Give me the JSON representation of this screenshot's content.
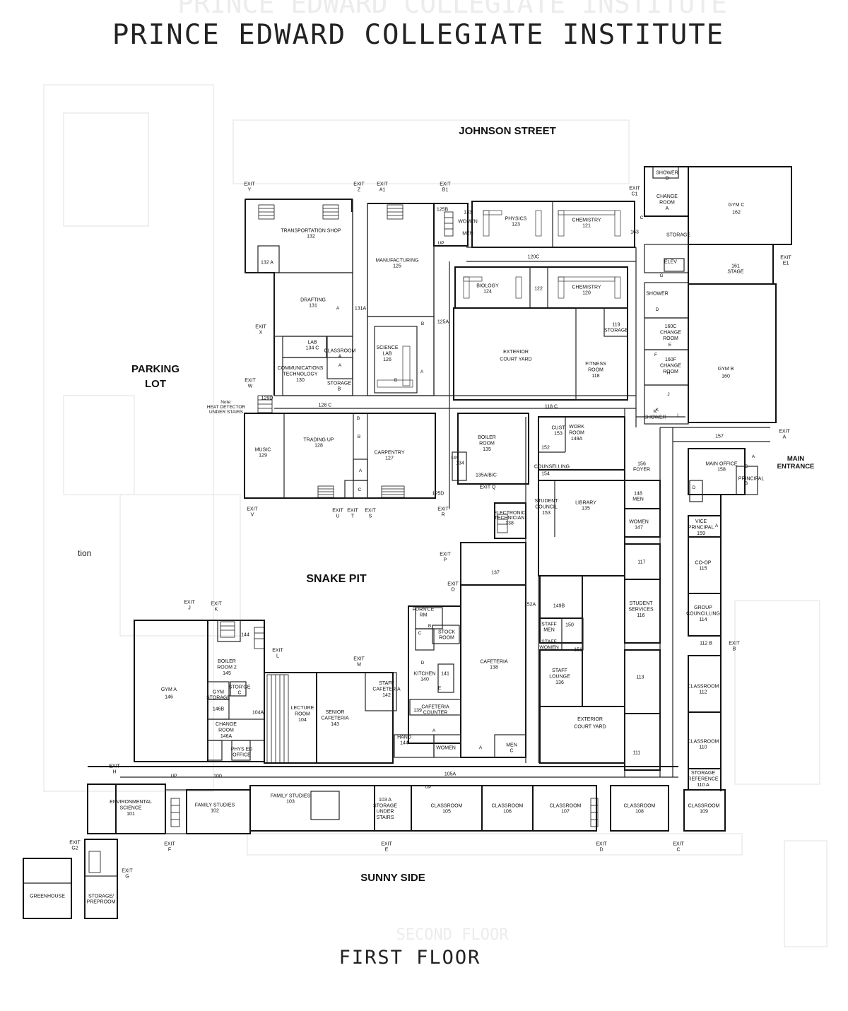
{
  "map": {
    "title": "PRINCE EDWARD COLLEGIATE INSTITUTE",
    "ghost_title": "PRINCE EDWARD COLLEGIATE INSTITUTE",
    "floor_label": "FIRST FLOOR",
    "ghost_floor_label": "SECOND FLOOR",
    "margin_text": "tion",
    "note": [
      "Note:",
      "HEAT DETECTOR",
      "UNDER STAIRS"
    ]
  },
  "areas": {
    "johnson_street": "JOHNSON STREET",
    "parking_lot": [
      "PARKING",
      "LOT"
    ],
    "snake_pit": "SNAKE PIT",
    "sunny_side": "SUNNY SIDE",
    "main_entrance": [
      "MAIN",
      "ENTRANCE"
    ]
  },
  "rooms": [
    {
      "n": [
        "TRANSPORTATION SHOP",
        "132"
      ]
    },
    {
      "n": [
        "132 A"
      ]
    },
    {
      "n": [
        "DRAFTING",
        "131"
      ]
    },
    {
      "n": [
        "131A"
      ]
    },
    {
      "n": [
        "LAB",
        "134 C"
      ]
    },
    {
      "n": [
        "CLASSROOM",
        "A"
      ]
    },
    {
      "n": [
        "COMMUNICATIONS",
        "TECHNOLOGY",
        "130"
      ]
    },
    {
      "n": [
        "STORAGE",
        "B"
      ]
    },
    {
      "n": [
        "MANUFACTURING",
        "125"
      ]
    },
    {
      "n": [
        "SCIENCE",
        "LAB",
        "126"
      ]
    },
    {
      "n": [
        "125A"
      ]
    },
    {
      "n": [
        "125B"
      ]
    },
    {
      "n": [
        "133"
      ]
    },
    {
      "n": [
        "WOMEN"
      ]
    },
    {
      "n": [
        "MEN"
      ]
    },
    {
      "n": [
        "PHYSICS",
        "123"
      ]
    },
    {
      "n": [
        "CHEMISTRY",
        "121"
      ]
    },
    {
      "n": [
        "120C"
      ]
    },
    {
      "n": [
        "BIOLOGY",
        "124"
      ]
    },
    {
      "n": [
        "122"
      ]
    },
    {
      "n": [
        "CHEMISTRY",
        "120"
      ]
    },
    {
      "n": [
        "119",
        "STORAGE"
      ]
    },
    {
      "n": [
        "EXTERIOR",
        "COURT YARD"
      ]
    },
    {
      "n": [
        "FITNESS",
        "ROOM",
        "118"
      ]
    },
    {
      "n": [
        "128 C"
      ]
    },
    {
      "n": [
        "118 C"
      ]
    },
    {
      "n": [
        "129D"
      ]
    },
    {
      "n": [
        "MUSIC",
        "129"
      ]
    },
    {
      "n": [
        "TRADING UP",
        "128"
      ]
    },
    {
      "n": [
        "CARPENTRY",
        "127"
      ]
    },
    {
      "n": [
        "BOILER",
        "ROOM",
        "135"
      ]
    },
    {
      "n": [
        "135A/B/C"
      ]
    },
    {
      "n": [
        "134"
      ]
    },
    {
      "n": [
        "125D"
      ]
    },
    {
      "n": [
        "CUST",
        "153"
      ]
    },
    {
      "n": [
        "WORK",
        "ROOM",
        "149A"
      ]
    },
    {
      "n": [
        "152"
      ]
    },
    {
      "n": [
        "COUNSELLING"
      ]
    },
    {
      "n": [
        "154"
      ]
    },
    {
      "n": [
        "STUDENT",
        "COUNCIL",
        "153"
      ]
    },
    {
      "n": [
        "LIBRARY",
        "135"
      ]
    },
    {
      "n": [
        "ELECTRONIC",
        "TECHNICIAN",
        "138"
      ]
    },
    {
      "n": [
        "156",
        "FOYER"
      ]
    },
    {
      "n": [
        "148",
        "MEN"
      ]
    },
    {
      "n": [
        "WOMEN",
        "147"
      ]
    },
    {
      "n": [
        "CHANGE",
        "ROOM",
        "A"
      ]
    },
    {
      "n": [
        "SHOWER",
        "D"
      ]
    },
    {
      "n": [
        "STORAGE"
      ]
    },
    {
      "n": [
        "163"
      ]
    },
    {
      "n": [
        "ELEV"
      ]
    },
    {
      "n": [
        "GYM C",
        "162"
      ]
    },
    {
      "n": [
        "161",
        "STAGE"
      ]
    },
    {
      "n": [
        "SHOWER"
      ]
    },
    {
      "n": [
        "160C",
        "CHANGE",
        "ROOM"
      ]
    },
    {
      "n": [
        "160F",
        "CHANGE",
        "ROOM"
      ]
    },
    {
      "n": [
        "K",
        "SHOWER"
      ]
    },
    {
      "n": [
        "GYM B",
        "160"
      ]
    },
    {
      "n": [
        "157"
      ]
    },
    {
      "n": [
        "MAIN OFFICE",
        "158"
      ]
    },
    {
      "n": [
        "PRINCIPAL"
      ]
    },
    {
      "n": [
        "VICE",
        "PRINCIPAL",
        "159"
      ]
    },
    {
      "n": [
        "117"
      ]
    },
    {
      "n": [
        "CO-OP",
        "115"
      ]
    },
    {
      "n": [
        "137"
      ]
    },
    {
      "n": [
        "152A"
      ]
    },
    {
      "n": [
        "149B"
      ]
    },
    {
      "n": [
        "150"
      ]
    },
    {
      "n": [
        "151"
      ]
    },
    {
      "n": [
        "STAFF",
        "MEN"
      ]
    },
    {
      "n": [
        "STAFF",
        "WOMEN"
      ]
    },
    {
      "n": [
        "STAFF",
        "LOUNGE",
        "136"
      ]
    },
    {
      "n": [
        "STUDENT",
        "SERVICES",
        "116"
      ]
    },
    {
      "n": [
        "GROUP",
        "COUNCILLING",
        "114"
      ]
    },
    {
      "n": [
        "112 B"
      ]
    },
    {
      "n": [
        "CAFETERIA",
        "138"
      ]
    },
    {
      "n": [
        "FURN'CE",
        "RM"
      ]
    },
    {
      "n": [
        "STOCK",
        "ROOM"
      ]
    },
    {
      "n": [
        "KITCHEN",
        "140"
      ]
    },
    {
      "n": [
        "141"
      ]
    },
    {
      "n": [
        "139"
      ]
    },
    {
      "n": [
        "CAFETERIA",
        "COUNTER"
      ]
    },
    {
      "n": [
        "113"
      ]
    },
    {
      "n": [
        "CLASSROOM",
        "112"
      ]
    },
    {
      "n": [
        "EXTERIOR",
        "COURT YARD"
      ]
    },
    {
      "n": [
        "111"
      ]
    },
    {
      "n": [
        "CLASSROOM",
        "110"
      ]
    },
    {
      "n": [
        "STORAGE",
        "REFERENCE",
        "110 A"
      ]
    },
    {
      "n": [
        "144"
      ]
    },
    {
      "n": [
        "BOILER",
        "ROOM 2",
        "145"
      ]
    },
    {
      "n": [
        "GYM A",
        "146"
      ]
    },
    {
      "n": [
        "GYM",
        "STORAGE"
      ]
    },
    {
      "n": [
        "146B"
      ]
    },
    {
      "n": [
        "STOR'GE",
        "C"
      ]
    },
    {
      "n": [
        "CHANGE",
        "ROOM",
        "146A"
      ]
    },
    {
      "n": [
        "PHYS ED",
        "OFFICE"
      ]
    },
    {
      "n": [
        "104A"
      ]
    },
    {
      "n": [
        "LECTURE",
        "ROOM",
        "104"
      ]
    },
    {
      "n": [
        "SENIOR",
        "CAFETERIA",
        "143"
      ]
    },
    {
      "n": [
        "STAFF",
        "CAFETERIA",
        "142"
      ]
    },
    {
      "n": [
        "HAND",
        "144"
      ]
    },
    {
      "n": [
        "WOMEN"
      ]
    },
    {
      "n": [
        "MEN",
        "C"
      ]
    },
    {
      "n": [
        "105A"
      ]
    },
    {
      "n": [
        "100"
      ]
    },
    {
      "n": [
        "ENVIRONMENTAL",
        "SCIENCE",
        "101"
      ]
    },
    {
      "n": [
        "FAMILY STUDIES",
        "102"
      ]
    },
    {
      "n": [
        "FAMILY STUDIES",
        "103"
      ]
    },
    {
      "n": [
        "103 A",
        "STORAGE",
        "UNDER",
        "STAIRS"
      ]
    },
    {
      "n": [
        "CLASSROOM",
        "105"
      ]
    },
    {
      "n": [
        "CLASSROOM",
        "106"
      ]
    },
    {
      "n": [
        "CLASSROOM",
        "107"
      ]
    },
    {
      "n": [
        "CLASSROOM",
        "108"
      ]
    },
    {
      "n": [
        "CLASSROOM",
        "109"
      ]
    },
    {
      "n": [
        "GREENHOUSE"
      ]
    },
    {
      "n": [
        "STORAGE/",
        "PREPROOM"
      ]
    }
  ],
  "exits": [
    {
      "n": [
        "EXIT",
        "Y"
      ]
    },
    {
      "n": [
        "EXIT",
        "Z"
      ]
    },
    {
      "n": [
        "EXIT",
        "A1"
      ]
    },
    {
      "n": [
        "EXIT",
        "B1"
      ]
    },
    {
      "n": [
        "EXIT",
        "C1"
      ]
    },
    {
      "n": [
        "EXIT",
        "E1"
      ]
    },
    {
      "n": [
        "EXIT",
        "X"
      ]
    },
    {
      "n": [
        "EXIT",
        "W"
      ]
    },
    {
      "n": [
        "EXIT",
        "V"
      ]
    },
    {
      "n": [
        "EXIT",
        "U"
      ]
    },
    {
      "n": [
        "EXIT",
        "T"
      ]
    },
    {
      "n": [
        "EXIT",
        "S"
      ]
    },
    {
      "n": [
        "EXIT",
        "R"
      ]
    },
    {
      "n": [
        "EXIT Q"
      ]
    },
    {
      "n": [
        "EXIT",
        "P"
      ]
    },
    {
      "n": [
        "EXIT",
        "O"
      ]
    },
    {
      "n": [
        "EXIT",
        "A"
      ]
    },
    {
      "n": [
        "EXIT",
        "B"
      ]
    },
    {
      "n": [
        "EXIT",
        "J"
      ]
    },
    {
      "n": [
        "EXIT",
        "K"
      ]
    },
    {
      "n": [
        "EXIT",
        "L"
      ]
    },
    {
      "n": [
        "EXIT",
        "M"
      ]
    },
    {
      "n": [
        "EXIT",
        "H"
      ]
    },
    {
      "n": [
        "EXIT",
        "F"
      ]
    },
    {
      "n": [
        "EXIT",
        "E"
      ]
    },
    {
      "n": [
        "EXIT",
        "D"
      ]
    },
    {
      "n": [
        "EXIT",
        "C"
      ]
    },
    {
      "n": [
        "EXIT",
        "G2"
      ]
    },
    {
      "n": [
        "EXIT",
        "G"
      ]
    }
  ],
  "markers": [
    "A",
    "A",
    "B",
    "A",
    "B",
    "B",
    "C",
    "A",
    "B",
    "C",
    "D",
    "E",
    "F",
    "G",
    "H",
    "J",
    "K",
    "L",
    "A",
    "B",
    "C",
    "D",
    "A",
    "B",
    "C",
    "D",
    "E",
    "A",
    "A",
    "UP",
    "UP",
    "UP",
    "UP"
  ]
}
